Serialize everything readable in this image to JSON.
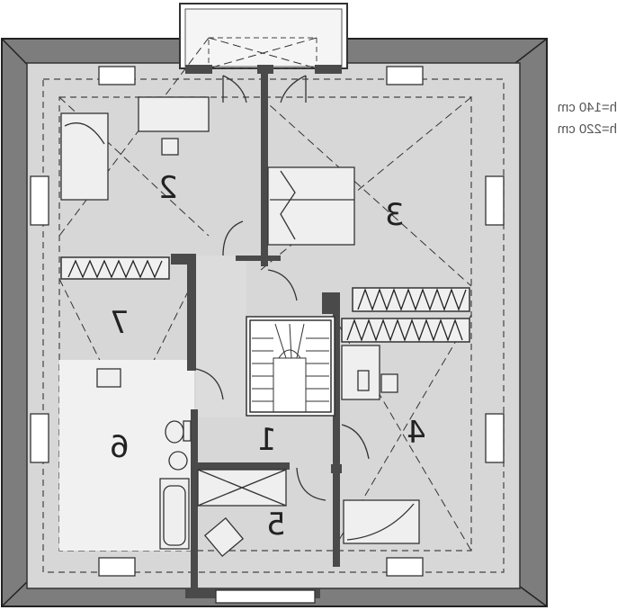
{
  "rooms": [
    {
      "id": "r1",
      "label": "1"
    },
    {
      "id": "r2",
      "label": "2"
    },
    {
      "id": "r3",
      "label": "3"
    },
    {
      "id": "r4",
      "label": "4"
    },
    {
      "id": "r5",
      "label": "5"
    },
    {
      "id": "r6",
      "label": "6"
    },
    {
      "id": "r7",
      "label": "7"
    }
  ],
  "legend": {
    "line1": "h=140 cm",
    "line2": "h=220 cm"
  },
  "colors": {
    "roof": "#7d7d7d",
    "floor": "#d4d4d4",
    "floor_light": "#f2f2f2",
    "wall": "#4a4a4a",
    "line": "#333333"
  }
}
